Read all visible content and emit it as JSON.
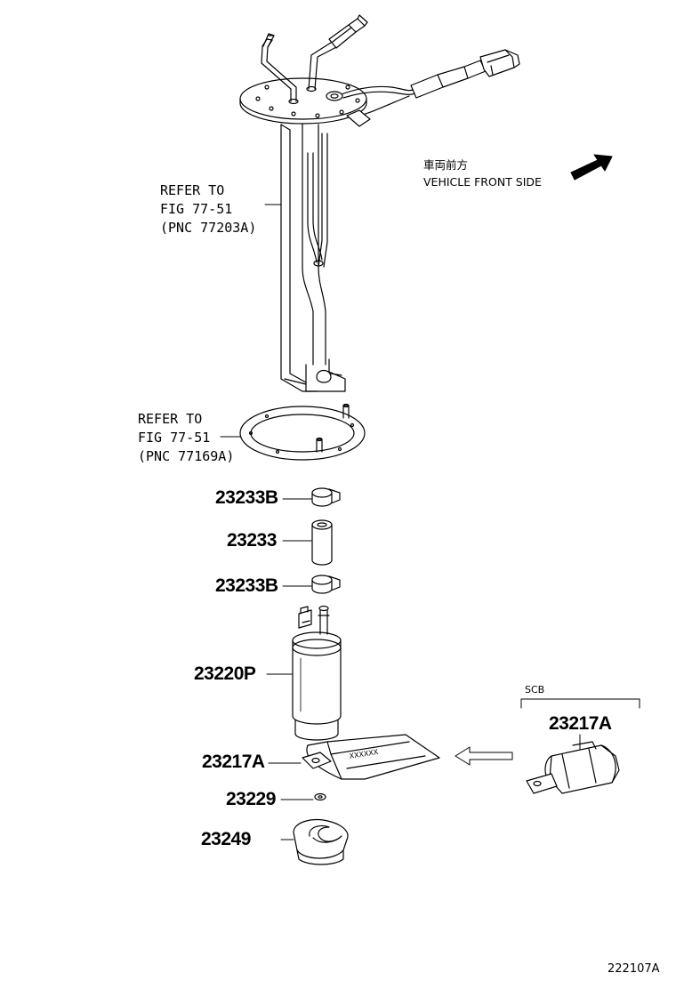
{
  "references": {
    "sender_gauge": [
      "REFER TO",
      "FIG 77-51",
      "(PNC 77203A)"
    ],
    "gasket": [
      "REFER TO",
      "FIG 77-51",
      "(PNC 77169A)"
    ]
  },
  "direction": {
    "japanese": "車両前方",
    "english": "VEHICLE FRONT SIDE"
  },
  "parts": {
    "clamp_upper": "23233B",
    "hose": "23233",
    "clamp_lower": "23233B",
    "fuel_pump": "23220P",
    "filter": "23217A",
    "washer": "23229",
    "cushion": "23249"
  },
  "scb": {
    "label": "SCB",
    "part": "23217A"
  },
  "filter_marking": "XXXXXX",
  "figure_id": "222107A"
}
